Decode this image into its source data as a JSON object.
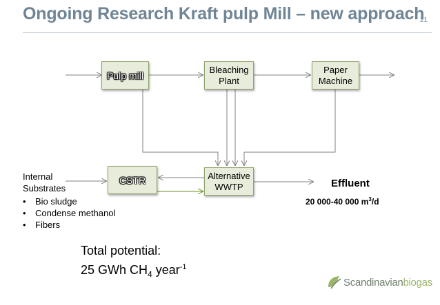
{
  "slide": {
    "title": "Ongoing Research Kraft pulp Mill – new approach",
    "page_number": "21"
  },
  "diagram": {
    "boxes": {
      "pulp_mill": "Pulp mill",
      "bleaching_plant": "Bleaching Plant",
      "paper_machine": "Paper Machine",
      "cstr": "CSTR",
      "alt_wwtp": "Alternative WWTP"
    },
    "internal_substrates": {
      "heading_line1": "Internal",
      "heading_line2": "Substrates",
      "items": [
        "Bio sludge",
        "Condense methanol",
        "Fibers"
      ]
    },
    "effluent": {
      "label": "Effluent",
      "flow_prefix": "20 000-40 000 m",
      "flow_exp": "3",
      "flow_suffix": "/d"
    }
  },
  "potential": {
    "line1": "Total potential:",
    "line2_prefix": "25 GWh CH",
    "line2_sub": "4",
    "line2_mid": " year",
    "line2_sup": "-1"
  },
  "logo": {
    "part1": "Scandinavian",
    "part2": "biogas",
    "colors": {
      "mark": "#9bb66a",
      "text_dark": "#6f7f6e"
    }
  },
  "colors": {
    "title": "#6f8596",
    "box_fill": "#e8ecdb",
    "box_border": "#8fa16b",
    "arrow_gray": "#808080",
    "arrow_green": "#6b8e23"
  }
}
